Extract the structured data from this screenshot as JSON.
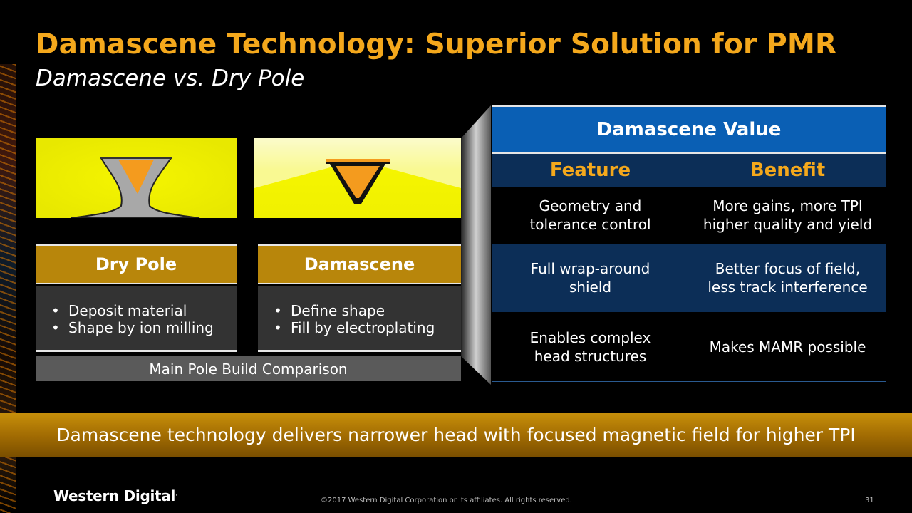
{
  "slide": {
    "title": "Damascene Technology: Superior Solution for PMR",
    "subtitle": "Damascene vs. Dry Pole"
  },
  "comparison": {
    "columns": [
      {
        "header": "Dry Pole",
        "bullets": [
          "Deposit material",
          "Shape by ion milling"
        ]
      },
      {
        "header": "Damascene",
        "bullets": [
          "Define shape",
          "Fill by electroplating"
        ]
      }
    ],
    "caption": "Main Pole Build Comparison"
  },
  "value_table": {
    "title": "Damascene Value",
    "columns": [
      "Feature",
      "Benefit"
    ],
    "rows": [
      {
        "feature": "Geometry and\ntolerance control",
        "benefit": "More gains, more TPI\nhigher quality and yield"
      },
      {
        "feature": "Full wrap-around\nshield",
        "benefit": "Better focus of field,\nless track interference"
      },
      {
        "feature": "Enables complex\nhead structures",
        "benefit": "Makes MAMR possible"
      }
    ]
  },
  "banner": "Damascene technology delivers narrower head with focused magnetic field for higher TPI",
  "footer": {
    "brand": "Western Digital",
    "copyright": "©2017 Western Digital Corporation or its affiliates. All rights reserved.",
    "page": "31"
  },
  "colors": {
    "title": "#f4a81c",
    "gold": "#b8860b",
    "table_blue": "#0a5fb4",
    "table_navy": "#0c2e57",
    "diagram_yellow": "#f5f500",
    "pole_orange": "#f49b1e"
  },
  "icons": [
    "dry-pole-diagram",
    "damascene-diagram",
    "connector-shape"
  ]
}
